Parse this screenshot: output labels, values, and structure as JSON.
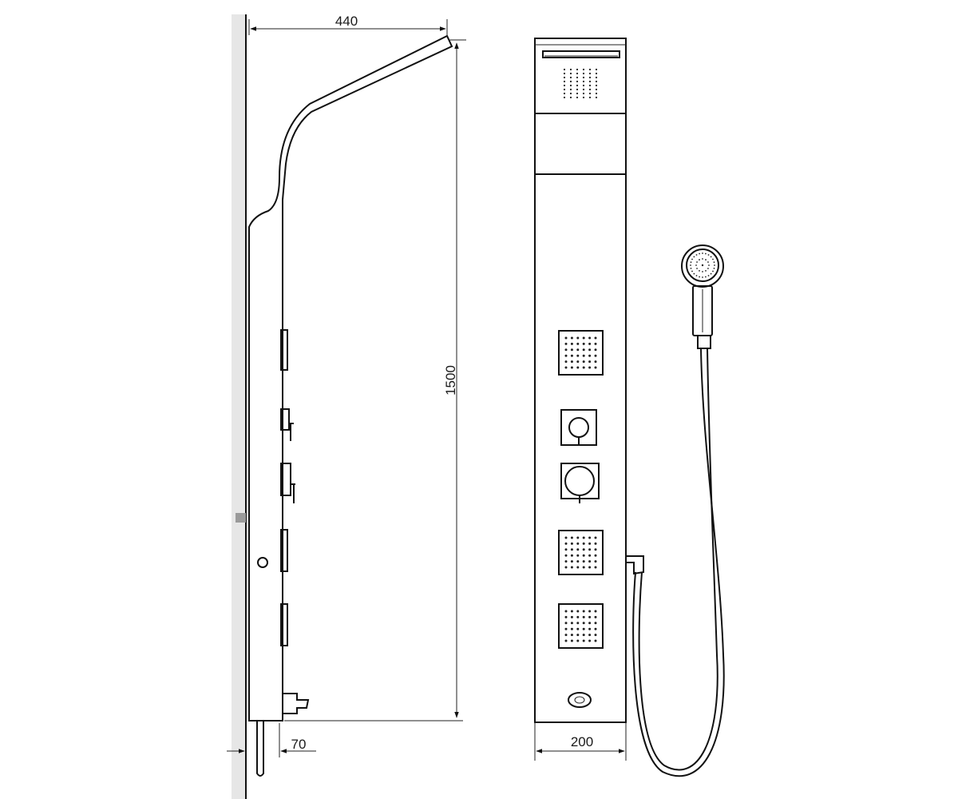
{
  "dimensions": {
    "width_top": "440",
    "height": "1500",
    "depth_bottom": "70",
    "panel_width": "200"
  },
  "colors": {
    "line": "#111111",
    "wall": "#e6e6e6",
    "background": "#ffffff"
  }
}
